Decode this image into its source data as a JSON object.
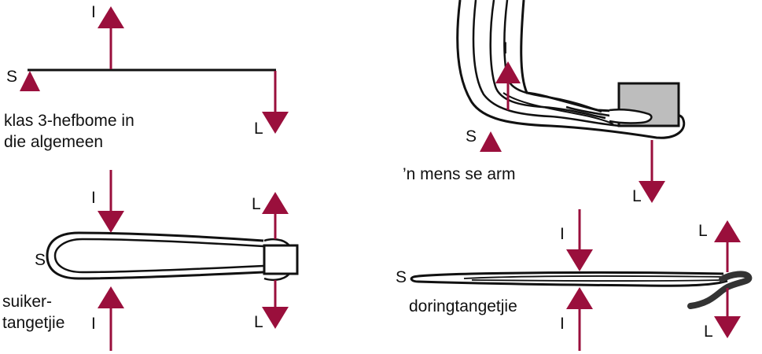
{
  "colors": {
    "arrow": "#9a0f3c",
    "outline": "#111111",
    "block": "#bdbdbd"
  },
  "diagram1": {
    "caption_line1": "klas 3-hefbome in",
    "caption_line2": "die algemeen",
    "label_fulcrum": "S",
    "label_effort": "I",
    "label_load": "L"
  },
  "diagram2": {
    "caption": "’n mens se arm",
    "label_fulcrum": "S",
    "label_effort": "I",
    "label_load": "L"
  },
  "diagram3": {
    "caption_line1": "suiker-",
    "caption_line2": "tangetjie",
    "label_fulcrum": "S",
    "label_effort_top": "I",
    "label_effort_bottom": "I",
    "label_load_top": "L",
    "label_load_bottom": "L"
  },
  "diagram4": {
    "caption": "doringtangetjie",
    "label_fulcrum": "S",
    "label_effort_top": "I",
    "label_effort_bottom": "I",
    "label_load_top": "L",
    "label_load_bottom": "L"
  }
}
